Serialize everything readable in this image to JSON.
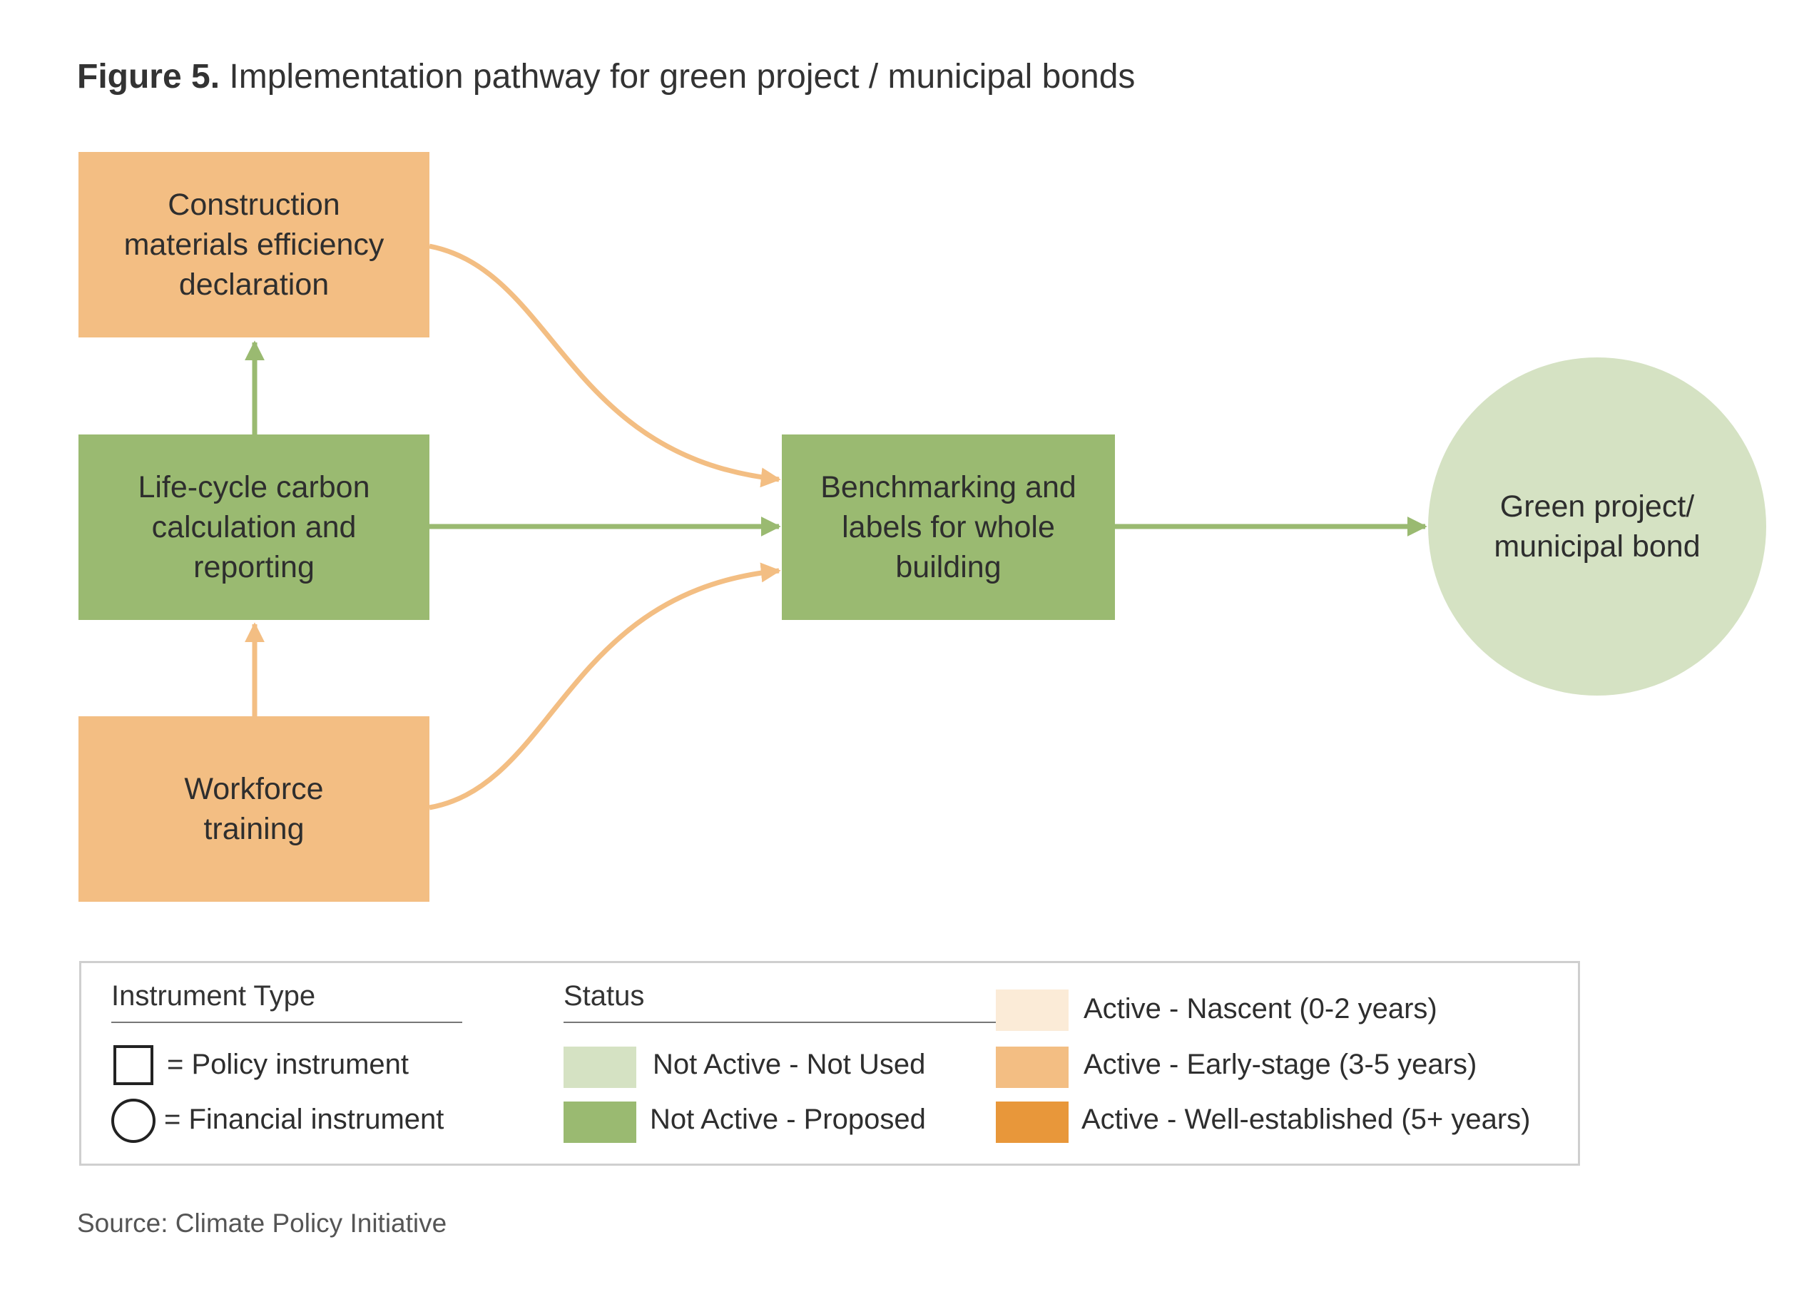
{
  "figure": {
    "label": "Figure 5.",
    "title": "Implementation pathway for green project / municipal bonds"
  },
  "nodes": {
    "construction": {
      "label": "Construction materials efficiency declaration",
      "status": "Active - Early-stage (3-5 years)",
      "type": "Policy instrument"
    },
    "lifecycle": {
      "label": "Life-cycle carbon calculation and reporting",
      "status": "Not Active - Proposed",
      "type": "Policy instrument"
    },
    "workforce": {
      "label": "Workforce training",
      "status": "Active - Early-stage (3-5 years)",
      "type": "Policy instrument"
    },
    "benchmarking": {
      "label": "Benchmarking and labels for whole building",
      "status": "Not Active - Proposed",
      "type": "Policy instrument"
    },
    "bond": {
      "label": "Green project/ municipal bond",
      "status": "Not Active - Not Used",
      "type": "Financial instrument"
    }
  },
  "edges": [
    {
      "from": "lifecycle",
      "to": "construction",
      "color": "green"
    },
    {
      "from": "workforce",
      "to": "lifecycle",
      "color": "orange"
    },
    {
      "from": "construction",
      "to": "benchmarking",
      "color": "orange"
    },
    {
      "from": "lifecycle",
      "to": "benchmarking",
      "color": "green"
    },
    {
      "from": "workforce",
      "to": "benchmarking",
      "color": "orange"
    },
    {
      "from": "benchmarking",
      "to": "bond",
      "color": "green"
    }
  ],
  "legend": {
    "instrument_type": {
      "heading": "Instrument Type",
      "policy": "= Policy instrument",
      "financial": "= Financial instrument"
    },
    "status": {
      "heading": "Status",
      "not_used": "Not Active - Not Used",
      "proposed": "Not Active - Proposed",
      "nascent": "Active - Nascent (0-2 years)",
      "early": "Active - Early-stage (3-5 years)",
      "established": "Active - Well-established (5+ years)"
    }
  },
  "colors": {
    "not_used": "#d5e2c3",
    "proposed": "#9aba71",
    "nascent": "#fbebd7",
    "early": "#f3be83",
    "established": "#e8973a",
    "edge_green": "#9aba71",
    "edge_orange": "#f3be83"
  },
  "source": "Source: Climate Policy Initiative"
}
